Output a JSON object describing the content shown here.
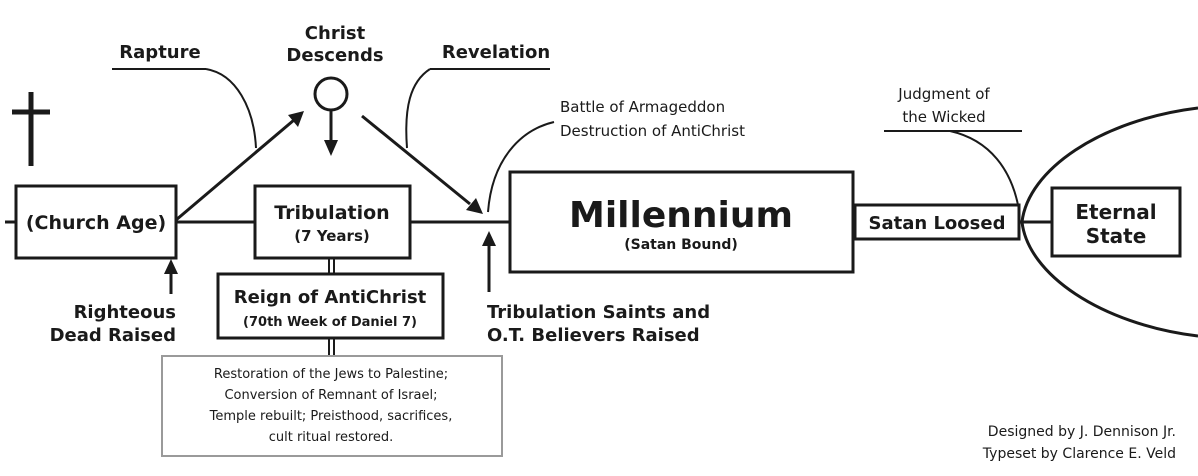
{
  "labels": {
    "rapture": "Rapture",
    "christ_descends_1": "Christ",
    "christ_descends_2": "Descends",
    "revelation": "Revelation",
    "armageddon_1": "Battle of Armageddon",
    "armageddon_2": "Destruction of AntiChrist",
    "judgment_1": "Judgment of",
    "judgment_2": "the Wicked",
    "righteous_1": "Righteous",
    "righteous_2": "Dead Raised",
    "trib_saints_1": "Tribulation Saints and",
    "trib_saints_2": "O.T. Believers Raised"
  },
  "boxes": {
    "church_age": "(Church Age)",
    "tribulation_title": "Tribulation",
    "tribulation_sub": "(7 Years)",
    "antichrist_title": "Reign of AntiChrist",
    "antichrist_sub": "(70th Week of Daniel 7)",
    "restoration_1": "Restoration of the Jews to Palestine;",
    "restoration_2": "Conversion of Remnant of Israel;",
    "restoration_3": "Temple rebuilt; Preisthood, sacrifices,",
    "restoration_4": "cult ritual restored.",
    "millennium_title": "Millennium",
    "millennium_sub": "(Satan Bound)",
    "satan_loosed": "Satan Loosed",
    "eternal_1": "Eternal",
    "eternal_2": "State"
  },
  "credits": {
    "designed": "Designed by  J. Dennison Jr.",
    "typeset": "Typeset by  Clarence E. Veld"
  }
}
